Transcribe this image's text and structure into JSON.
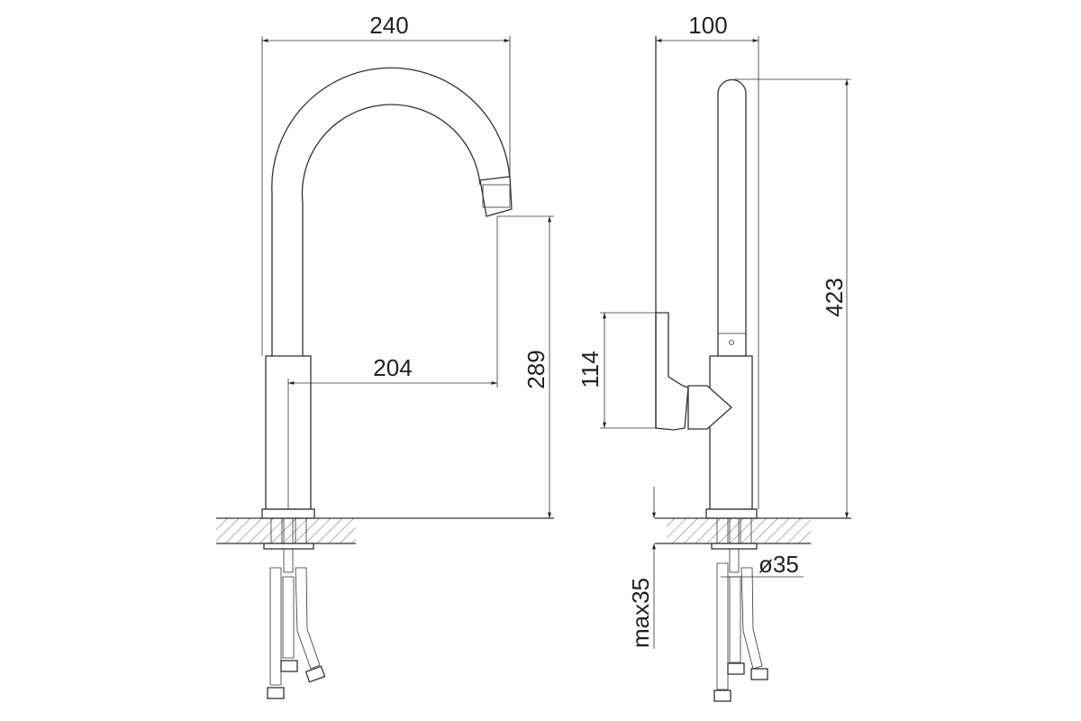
{
  "drawing": {
    "front_view": {
      "width_label": "240",
      "reach_label": "204",
      "spout_height_label": "289"
    },
    "side_view": {
      "depth_label": "100",
      "total_height_label": "423",
      "handle_height_label": "114",
      "counter_thickness_label": "max35",
      "hole_diameter_label": "ø35"
    }
  }
}
